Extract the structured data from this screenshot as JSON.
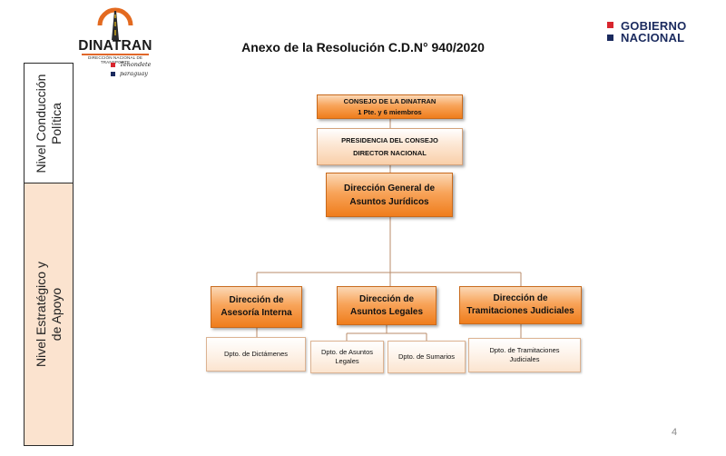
{
  "header": {
    "logo_text": "DINATRAN",
    "logo_subtext": "DIRECCIÓN NACIONAL DE TRANSPORTE",
    "slogan": [
      "Tenondete",
      "paraguay"
    ],
    "gov_logo": [
      "GOBIERNO",
      "NACIONAL"
    ],
    "title": "Anexo de la Resolución C.D.N° 940/2020"
  },
  "levels": {
    "top": [
      "Nivel Conducción",
      "Política"
    ],
    "bottom": [
      "Nivel Estratégico y",
      "de Apoyo"
    ]
  },
  "org": {
    "consejo": [
      "CONSEJO DE LA DINATRAN",
      "1 Pte. y 6 miembros"
    ],
    "presidencia": [
      "PRESIDENCIA DEL CONSEJO",
      "DIRECTOR NACIONAL"
    ],
    "direccion_general": [
      "Dirección General de",
      "Asuntos Jurídicos"
    ],
    "direcciones": [
      [
        "Dirección de",
        "Asesoría Interna"
      ],
      [
        "Dirección de",
        "Asuntos Legales"
      ],
      [
        "Dirección de",
        "Tramitaciones Judiciales"
      ]
    ],
    "departamentos": [
      [
        "Dpto. de Dictámenes"
      ],
      [
        "Dpto. de Asuntos",
        "Legales"
      ],
      [
        "Dpto. de Sumarios"
      ],
      [
        "Dpto. de Tramitaciones",
        "Judiciales"
      ]
    ]
  },
  "colors": {
    "orange_box": "#ef7d1c",
    "peach_box": "#f9cfa9",
    "light_box": "#fbe4cf",
    "level_band": "#fbe3cf",
    "gov_blue": "#1a2a5e",
    "gov_red": "#d8262e"
  },
  "page_number": "4"
}
